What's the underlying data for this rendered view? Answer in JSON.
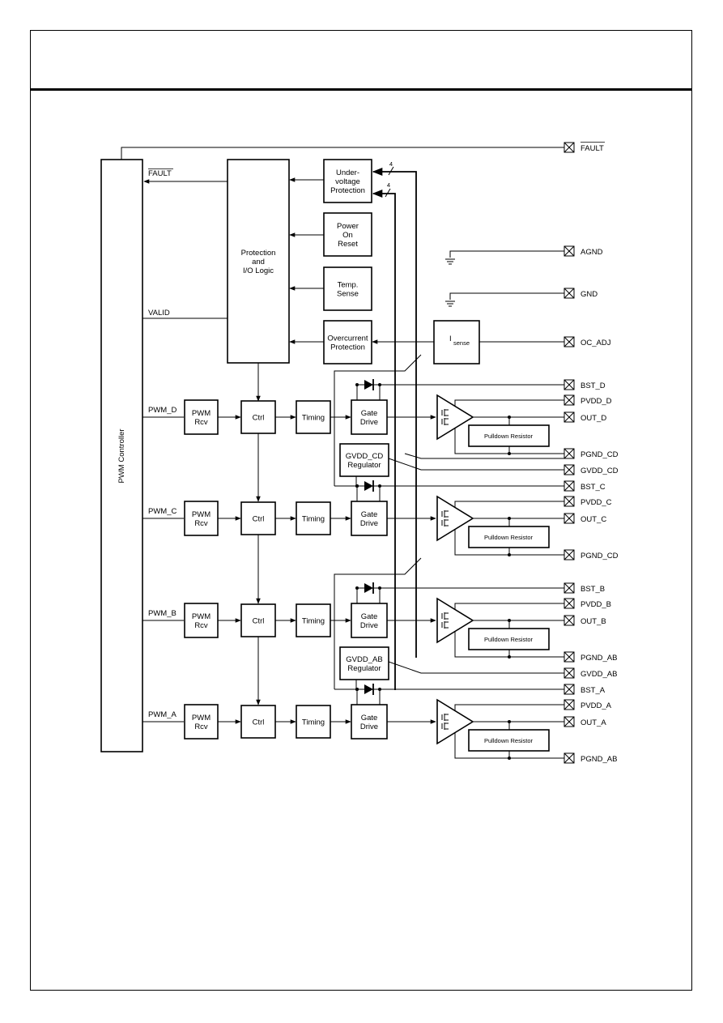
{
  "diagram": {
    "controller": "PWM Controller",
    "protection_logic": [
      "Protection",
      "and",
      "I/O Logic"
    ],
    "uvp": [
      "Under-",
      "voltage",
      "Protection"
    ],
    "por": [
      "Power",
      "On",
      "Reset"
    ],
    "temp": [
      "Temp.",
      "Sense"
    ],
    "ocp": [
      "Overcurrent",
      "Protection"
    ],
    "isense": {
      "main": "I",
      "sub": "sense"
    },
    "bus_width": "4",
    "signals": {
      "fault": "FAULT",
      "valid": "VALID"
    },
    "channels": [
      {
        "input": "PWM_D",
        "rcv": [
          "PWM",
          "Rcv"
        ],
        "ctrl": "Ctrl",
        "timing": "Timing",
        "gate": [
          "Gate",
          "Drive"
        ],
        "pulldown": "Pulldown Resistor"
      },
      {
        "input": "PWM_C",
        "rcv": [
          "PWM",
          "Rcv"
        ],
        "ctrl": "Ctrl",
        "timing": "Timing",
        "gate": [
          "Gate",
          "Drive"
        ],
        "pulldown": "Pulldown Resistor"
      },
      {
        "input": "PWM_B",
        "rcv": [
          "PWM",
          "Rcv"
        ],
        "ctrl": "Ctrl",
        "timing": "Timing",
        "gate": [
          "Gate",
          "Drive"
        ],
        "pulldown": "Pulldown Resistor"
      },
      {
        "input": "PWM_A",
        "rcv": [
          "PWM",
          "Rcv"
        ],
        "ctrl": "Ctrl",
        "timing": "Timing",
        "gate": [
          "Gate",
          "Drive"
        ],
        "pulldown": "Pulldown Resistor"
      }
    ],
    "regulators": [
      {
        "name": [
          "GVDD_CD",
          "Regulator"
        ]
      },
      {
        "name": [
          "GVDD_AB",
          "Regulator"
        ]
      }
    ],
    "pins": [
      "FAULT",
      "AGND",
      "GND",
      "OC_ADJ",
      "BST_D",
      "PVDD_D",
      "OUT_D",
      "PGND_CD",
      "GVDD_CD",
      "BST_C",
      "PVDD_C",
      "OUT_C",
      "PGND_CD",
      "BST_B",
      "PVDD_B",
      "OUT_B",
      "PGND_AB",
      "GVDD_AB",
      "BST_A",
      "PVDD_A",
      "OUT_A",
      "PGND_AB"
    ]
  }
}
